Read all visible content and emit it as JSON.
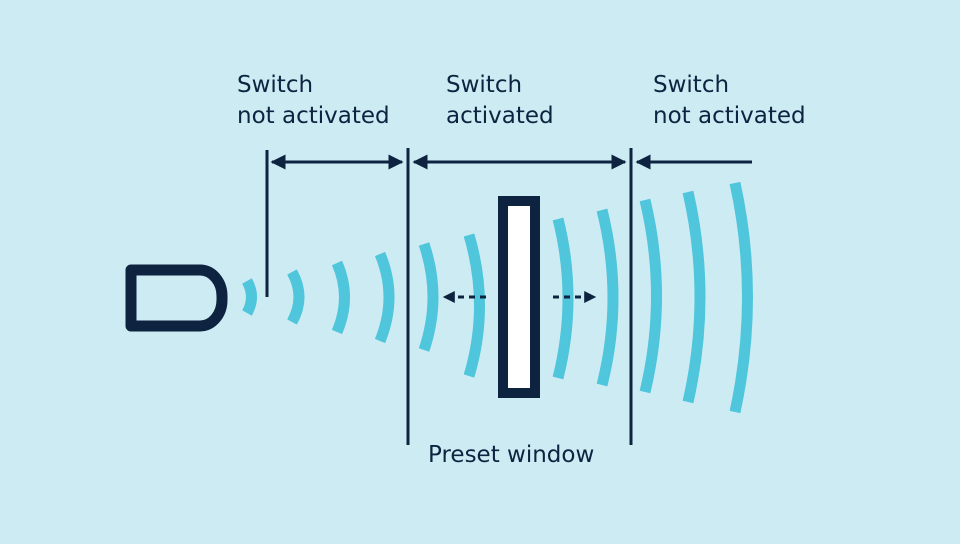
{
  "labels": {
    "left": {
      "line1": "Switch",
      "line2": "not activated"
    },
    "middle": {
      "line1": "Switch",
      "line2": "activated"
    },
    "right": {
      "line1": "Switch",
      "line2": "not activated"
    },
    "window": "Preset window"
  },
  "colors": {
    "background": "#cdebf3",
    "ink": "#0d2340",
    "wave": "#4fc6db",
    "target_fill": "#ffffff"
  },
  "icons": {
    "sensor": "sensor-icon",
    "target": "target-plate-icon",
    "waves": "sound-wave-arcs"
  }
}
